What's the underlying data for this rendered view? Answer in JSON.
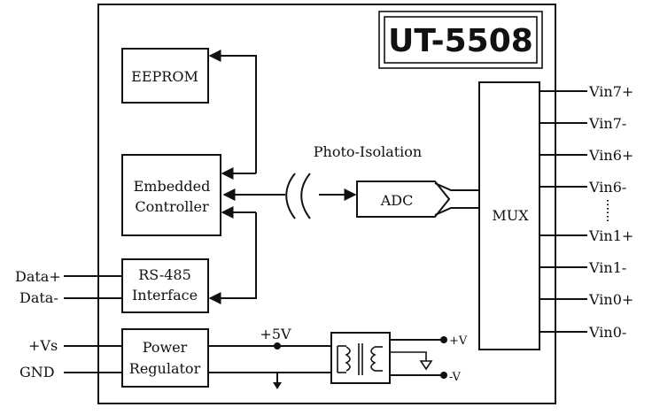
{
  "title": "UT-5508",
  "blocks": {
    "eeprom": "EEPROM",
    "controller": [
      "Embedded",
      "Controller"
    ],
    "rs485": [
      "RS-485",
      "Interface"
    ],
    "power": [
      "Power",
      "Regulator"
    ],
    "adc": "ADC",
    "mux": "MUX"
  },
  "labels": {
    "photo_isolation": "Photo-Isolation",
    "plus5v": "+5V",
    "plus_v": "+V",
    "minus_v": "-V"
  },
  "left_pins": {
    "data_plus": "Data+",
    "data_minus": "Data-",
    "vs": "+Vs",
    "gnd": "GND"
  },
  "right_pins": [
    "Vin7+",
    "Vin7-",
    "Vin6+",
    "Vin6-",
    "Vin1+",
    "Vin1-",
    "Vin0+",
    "Vin0-"
  ]
}
